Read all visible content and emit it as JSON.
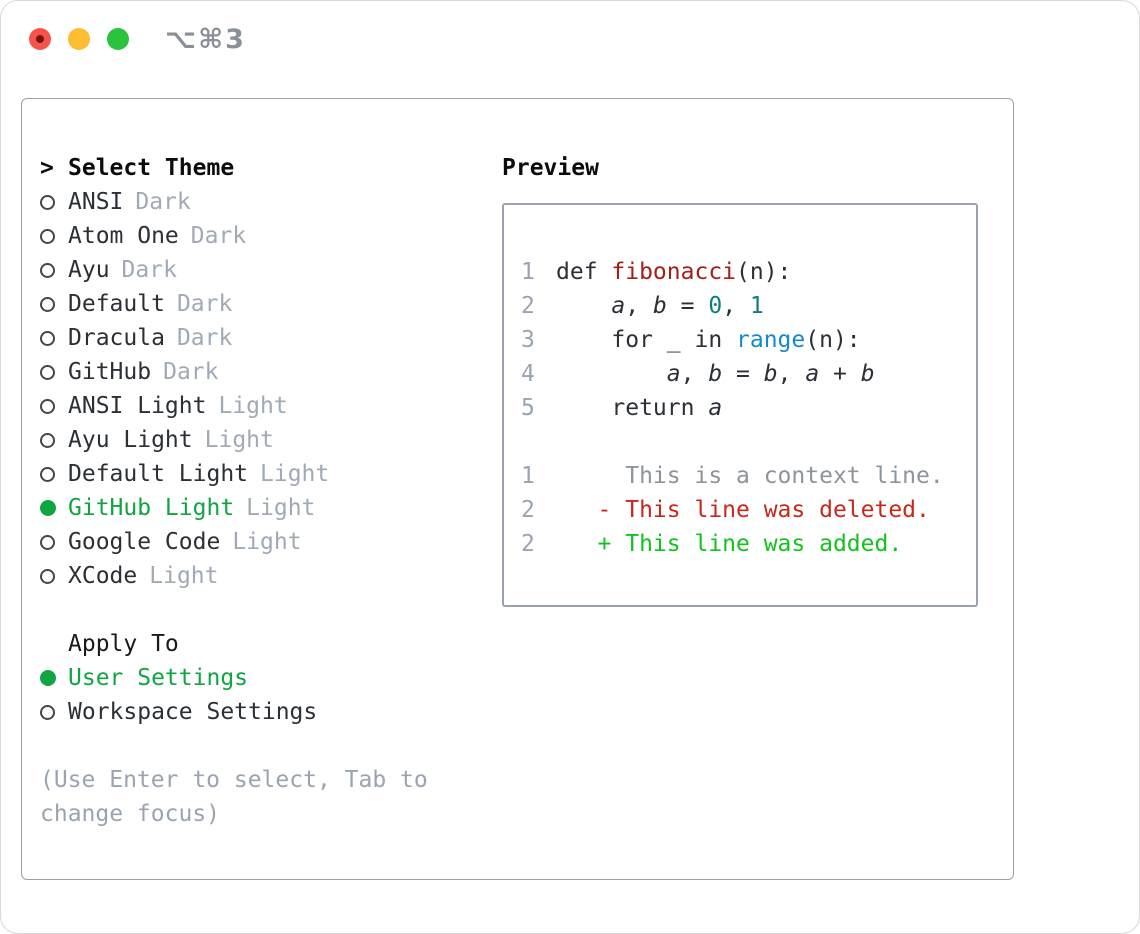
{
  "window": {
    "title": "⌥⌘3",
    "traffic_lights": [
      {
        "name": "close-button",
        "color": "#f5544d"
      },
      {
        "name": "minimize-button",
        "color": "#fcbd30"
      },
      {
        "name": "zoom-button",
        "color": "#2bc23e"
      }
    ]
  },
  "theme_picker": {
    "header": {
      "prompt": ">",
      "label": "Select Theme"
    },
    "items": [
      {
        "name": "ANSI",
        "tag": "Dark",
        "selected": false
      },
      {
        "name": "Atom One",
        "tag": "Dark",
        "selected": false
      },
      {
        "name": "Ayu",
        "tag": "Dark",
        "selected": false
      },
      {
        "name": "Default",
        "tag": "Dark",
        "selected": false
      },
      {
        "name": "Dracula",
        "tag": "Dark",
        "selected": false
      },
      {
        "name": "GitHub",
        "tag": "Dark",
        "selected": false
      },
      {
        "name": "ANSI Light",
        "tag": "Light",
        "selected": false
      },
      {
        "name": "Ayu Light",
        "tag": "Light",
        "selected": false
      },
      {
        "name": "Default Light",
        "tag": "Light",
        "selected": false
      },
      {
        "name": "GitHub Light",
        "tag": "Light",
        "selected": true
      },
      {
        "name": "Google Code",
        "tag": "Light",
        "selected": false
      },
      {
        "name": "XCode",
        "tag": "Light",
        "selected": false
      }
    ],
    "apply_to": {
      "label": "Apply To",
      "options": [
        {
          "name": "User Settings",
          "selected": true
        },
        {
          "name": "Workspace Settings",
          "selected": false
        }
      ]
    },
    "hint_lines": [
      "(Use Enter to select, Tab to",
      "change focus)"
    ]
  },
  "preview": {
    "label": "Preview",
    "code_lines": [
      {
        "num": "1",
        "tokens": [
          {
            "t": "def ",
            "s": "p"
          },
          {
            "t": "fibonacci",
            "s": "fn"
          },
          {
            "t": "(n):",
            "s": "p"
          }
        ]
      },
      {
        "num": "2",
        "tokens": [
          {
            "t": "    ",
            "s": "p"
          },
          {
            "t": "a",
            "s": "v"
          },
          {
            "t": ", ",
            "s": "p"
          },
          {
            "t": "b",
            "s": "v"
          },
          {
            "t": " = ",
            "s": "p"
          },
          {
            "t": "0",
            "s": "num"
          },
          {
            "t": ", ",
            "s": "p"
          },
          {
            "t": "1",
            "s": "num"
          }
        ]
      },
      {
        "num": "3",
        "tokens": [
          {
            "t": "    for _ in ",
            "s": "p"
          },
          {
            "t": "range",
            "s": "bi"
          },
          {
            "t": "(n):",
            "s": "p"
          }
        ]
      },
      {
        "num": "4",
        "tokens": [
          {
            "t": "        ",
            "s": "p"
          },
          {
            "t": "a",
            "s": "v"
          },
          {
            "t": ", ",
            "s": "p"
          },
          {
            "t": "b",
            "s": "v"
          },
          {
            "t": " = ",
            "s": "p"
          },
          {
            "t": "b",
            "s": "v"
          },
          {
            "t": ", ",
            "s": "p"
          },
          {
            "t": "a",
            "s": "v"
          },
          {
            "t": " + ",
            "s": "p"
          },
          {
            "t": "b",
            "s": "v"
          }
        ]
      },
      {
        "num": "5",
        "tokens": [
          {
            "t": "    return ",
            "s": "p"
          },
          {
            "t": "a",
            "s": "v"
          }
        ]
      }
    ],
    "diff_lines": [
      {
        "num": "1",
        "tokens": [
          {
            "t": "     This is a context line.",
            "s": "ctx"
          }
        ]
      },
      {
        "num": "2",
        "tokens": [
          {
            "t": "   - This line was deleted.",
            "s": "del"
          }
        ]
      },
      {
        "num": "2",
        "tokens": [
          {
            "t": "   + This line was added.",
            "s": "add"
          }
        ]
      }
    ]
  },
  "colors": {
    "selection_green": "#10a542",
    "added_green": "#12c31d",
    "deleted_red": "#c8281c",
    "function_red": "#a61e1a",
    "number_teal": "#0b7f7d",
    "builtin_blue": "#118bc9",
    "muted_gray": "#9aa4b1",
    "tag_gray": "#a0aab6",
    "panel_border": "#9aa2ad"
  }
}
